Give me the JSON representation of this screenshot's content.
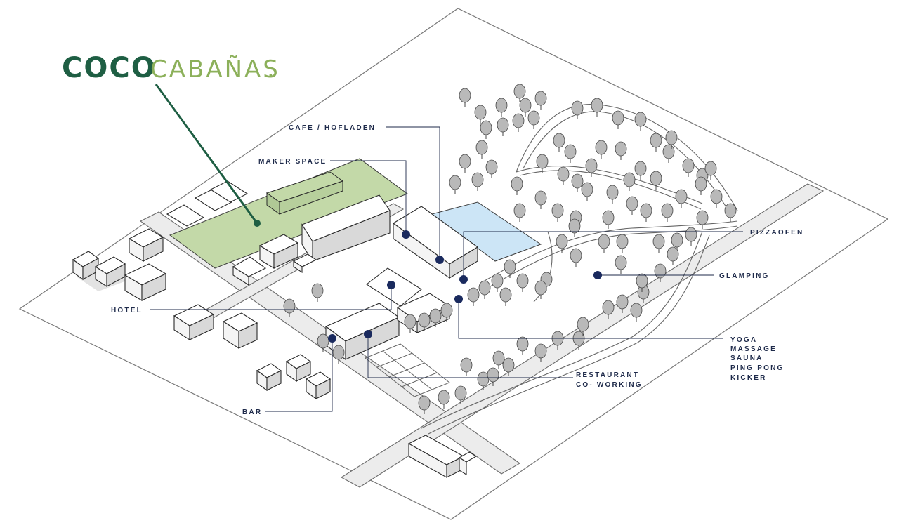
{
  "logo": {
    "strong": "COCO",
    "light": "CABAÑAS",
    "dot": "."
  },
  "labels": {
    "cafe": "CAFE / HOFLADEN",
    "maker": "MAKER SPACE",
    "pizza": "PIZZAOFEN",
    "glamping": "GLAMPING",
    "hotel": "HOTEL",
    "yoga": [
      "YOGA",
      "MASSAGE",
      "SAUNA",
      "PING PONG",
      "KICKER"
    ],
    "restaurant": [
      "RESTAURANT",
      "CO- WORKING"
    ],
    "bar": "BAR"
  },
  "colors": {
    "logo_dark": "#1e5e43",
    "logo_light": "#8cb05a",
    "maker_space_fill": "#c3d9a8",
    "pool_fill": "#cce5f6",
    "marker": "#1a2a5e",
    "label_text": "#1e2a4a"
  }
}
